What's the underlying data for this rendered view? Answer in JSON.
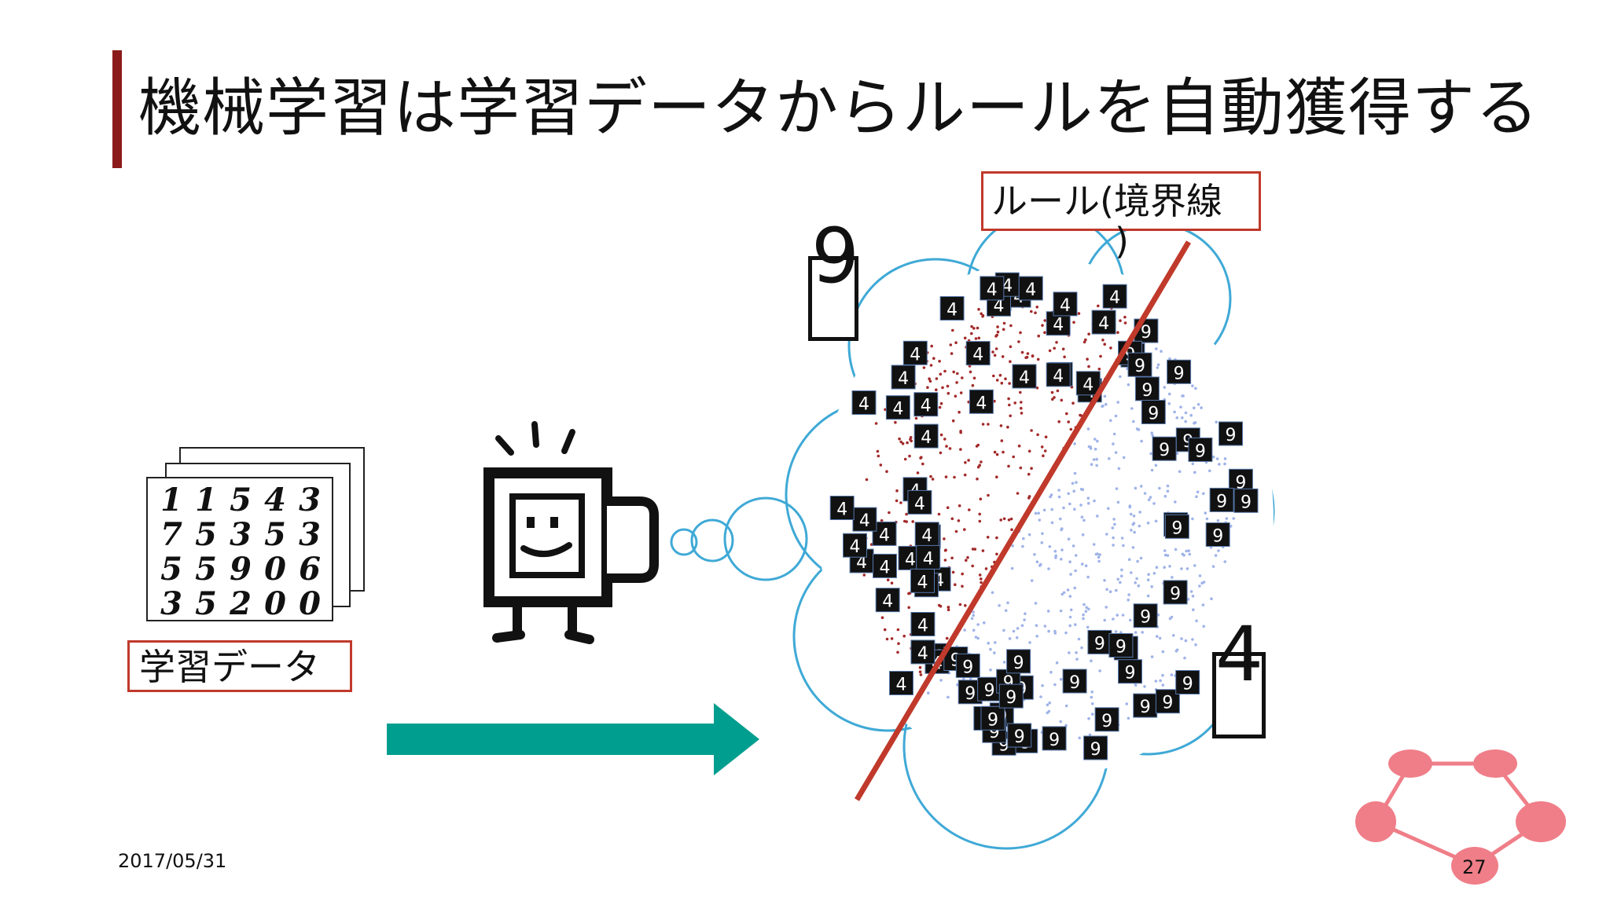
{
  "slide": {
    "title": "機械学習は学習データからルールを自動獲得する",
    "rule_label": "ルール(境界線",
    "rule_label_cont": ")",
    "training_data_label": "学習データ",
    "class_nine_label": "9",
    "class_four_label": "4",
    "date": "2017/05/31",
    "page_number": "27"
  },
  "training_grid": [
    [
      "1",
      "1",
      "5",
      "4",
      "3"
    ],
    [
      "7",
      "5",
      "3",
      "5",
      "3"
    ],
    [
      "5",
      "5",
      "9",
      "0",
      "6"
    ],
    [
      "3",
      "5",
      "2",
      "0",
      "0"
    ]
  ],
  "cluster_digits": {
    "nine": "9",
    "four": "4"
  },
  "colors": {
    "accent_bar": "#8b1a1a",
    "label_border": "#c0392b",
    "boundary_line": "#c0392b",
    "arrow": "#009e8f",
    "cloud_outline": "#3fa9d6",
    "dots_blue": "#9fb3e8",
    "dots_red": "#a32a2a",
    "network_node": "#ef7e88"
  },
  "icons": [
    "robot-head-icon",
    "network-graph-icon",
    "arrow-right-icon"
  ]
}
